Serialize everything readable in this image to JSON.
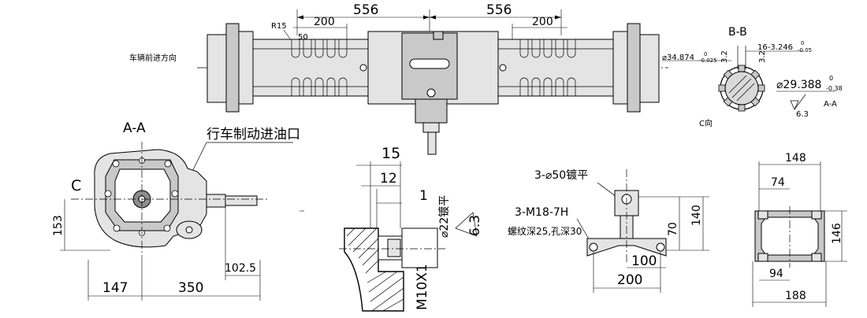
{
  "top_view": {
    "dims": {
      "half_length_left": "556",
      "half_length_right": "556",
      "pitch_left": "200",
      "pitch_right": "200",
      "radius": "R15",
      "slot": "50"
    },
    "direction_label": "车辆前进方向",
    "corner_mark": "C向"
  },
  "section_bb": {
    "title": "B-B",
    "width_dim": "16-3.246",
    "width_tol_upper": "0",
    "width_tol_lower": "-0.05",
    "outer_dia": "⌀34.874",
    "outer_tol_upper": "0",
    "outer_tol_lower": "-0.025",
    "inner_dia": "⌀29.388",
    "inner_tol_upper": "0",
    "inner_tol_lower": "-0.38",
    "roughness_left": "3.2",
    "roughness_right": "3.2",
    "roughness_bottom": "6.3",
    "ref": "A-A"
  },
  "section_aa": {
    "title": "A-A",
    "view_letter": "C",
    "port_label": "行车制动进油口",
    "dim_height": "153",
    "dim_bottom_left": "147",
    "dim_bottom_right": "350",
    "dim_shaft": "102.5"
  },
  "shaft_detail": {
    "dim_15": "15",
    "dim_12": "12",
    "dim_1": "1",
    "diameter": "⌀22镀平",
    "roughness": "6.3",
    "thread": "M10X1"
  },
  "bracket": {
    "hole_label": "3-⌀50镀平",
    "thread_label": "3-M18-7H",
    "depth_label": "螺纹深25,孔深30",
    "dim_70": "70",
    "dim_140": "140",
    "dim_100": "100",
    "dim_200": "200"
  },
  "flange": {
    "dim_148": "148",
    "dim_74": "74",
    "dim_146": "146",
    "dim_94": "94",
    "dim_188": "188"
  }
}
